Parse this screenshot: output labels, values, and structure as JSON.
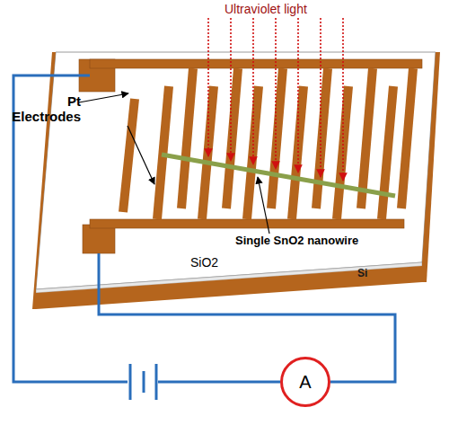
{
  "diagram": {
    "nodes": [
      {
        "text": [
          "A"
        ]
      }
    ],
    "labels": [
      "Ultraviolet light",
      "Pt Electrodes",
      "Single SnO2 nanowire",
      "SiO2",
      "Si"
    ]
  }
}
